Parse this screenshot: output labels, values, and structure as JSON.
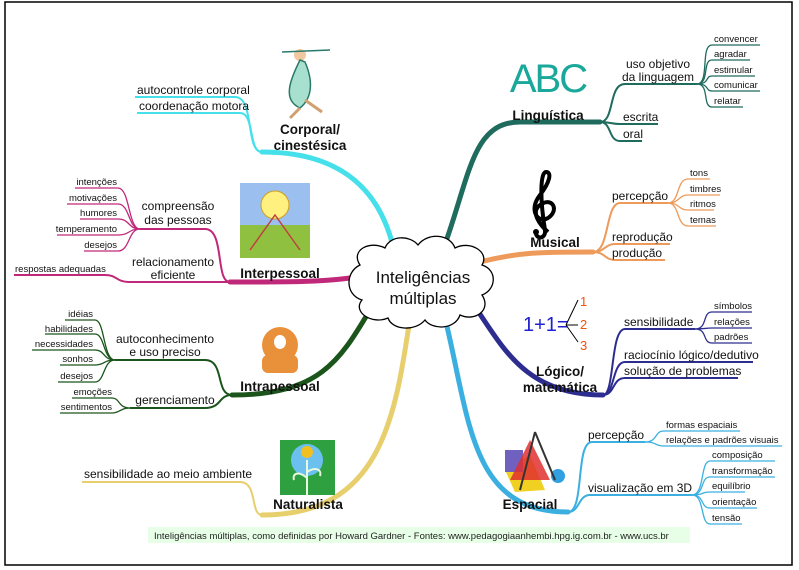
{
  "center": {
    "line1": "Inteligências",
    "line2": "múltiplas"
  },
  "colors": {
    "linguistica": "#1f6b5e",
    "musical": "#ee9a5a",
    "logico": "#2d2d90",
    "espacial": "#3bb0e0",
    "corporal": "#46e0ea",
    "interpessoal": "#c0287a",
    "intrapessoal": "#1c551c",
    "naturalista": "#e8cf6e",
    "footer_bg": "#e6ffe6"
  },
  "linguistica": {
    "label": "Linguística",
    "icon_text": "ABC",
    "sub1": {
      "line1": "uso objetivo",
      "line2": "da linguagem",
      "leaves": [
        "convencer",
        "agradar",
        "estimular",
        "comunicar",
        "relatar"
      ]
    },
    "sub2": "escrita",
    "sub3": "oral"
  },
  "musical": {
    "label": "Musical",
    "sub1": {
      "label": "percepção",
      "leaves": [
        "tons",
        "timbres",
        "ritmos",
        "temas"
      ]
    },
    "sub2": "reprodução",
    "sub3": "produção"
  },
  "logico": {
    "line1": "Lógico/",
    "line2": "matemática",
    "icon_text": "1+1=",
    "icon_nums": [
      "1",
      "2",
      "3"
    ],
    "sub1": {
      "label": "sensibilidade",
      "leaves": [
        "símbolos",
        "relações",
        "padrões"
      ]
    },
    "sub2": "raciocínio lógico/dedutivo",
    "sub3": "solução de problemas"
  },
  "espacial": {
    "label": "Espacial",
    "sub1": {
      "label": "percepção",
      "leaves": [
        "formas espaciais",
        "relações e padrões visuais"
      ]
    },
    "sub2": {
      "label": "visualização em 3D",
      "leaves": [
        "composição",
        "transformação",
        "equilíbrio",
        "orientação",
        "tensão"
      ]
    }
  },
  "corporal": {
    "line1": "Corporal/",
    "line2": "cinestésica",
    "sub1": "autocontrole corporal",
    "sub2": "coordenação motora"
  },
  "interpessoal": {
    "label": "Interpessoal",
    "sub1": {
      "line1": "compreensão",
      "line2": "das pessoas",
      "leaves": [
        "intenções",
        "motivações",
        "humores",
        "temperamento",
        "desejos"
      ]
    },
    "sub2": {
      "line1": "relacionamento",
      "line2": "eficiente",
      "leaves": [
        "respostas adequadas"
      ]
    }
  },
  "intrapessoal": {
    "label": "Intrapessoal",
    "sub1": {
      "line1": "autoconhecimento",
      "line2": "e uso preciso",
      "leaves": [
        "idéias",
        "habilidades",
        "necessidades",
        "sonhos",
        "desejos"
      ]
    },
    "sub2": {
      "label": "gerenciamento",
      "leaves": [
        "emoções",
        "sentimentos"
      ]
    }
  },
  "naturalista": {
    "label": "Naturalista",
    "sub1": "sensibilidade ao meio ambiente"
  },
  "footer": "Inteligências múltiplas, como definidas por Howard Gardner - Fontes: www.pedagogiaanhembi.hpg.ig.com.br - www.ucs.br"
}
